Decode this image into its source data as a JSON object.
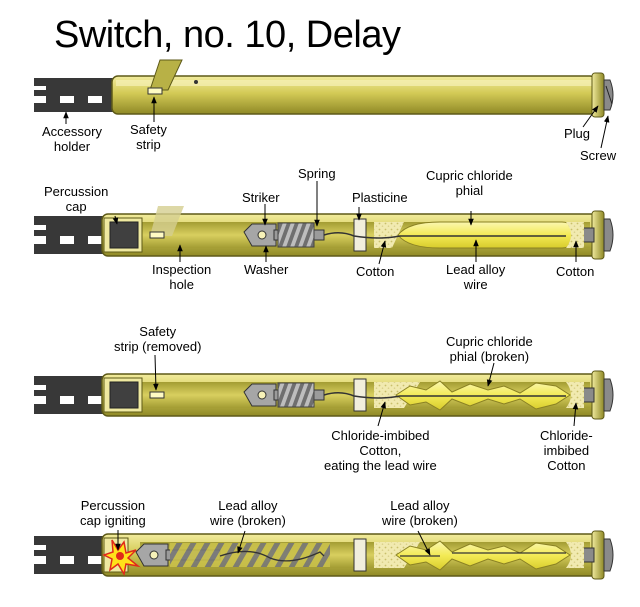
{
  "title": "Switch, no. 10, Delay",
  "colors": {
    "tube": "#c9c04a",
    "tube_light": "#efe9a0",
    "tube_dark": "#6f6a1d",
    "holder": "#383838",
    "cotton": "#f3ecb4",
    "phial": "#f2ea56",
    "striker": "#9a9a9a",
    "spring": "#707070",
    "flash_red": "#e02a1a",
    "flash_yellow": "#ffe21a"
  },
  "panel1": {
    "accessory_holder": [
      "Accessory",
      "holder"
    ],
    "safety_strip": [
      "Safety",
      "strip"
    ],
    "plug": "Plug",
    "screw": "Screw"
  },
  "panel2": {
    "percussion_cap": [
      "Percussion",
      "cap"
    ],
    "striker": "Striker",
    "spring": "Spring",
    "plasticine": "Plasticine",
    "cupric_chloride_phial": [
      "Cupric chloride",
      "phial"
    ],
    "inspection_hole": [
      "Inspection",
      "hole"
    ],
    "washer": "Washer",
    "cotton_left": "Cotton",
    "lead_alloy_wire": [
      "Lead alloy",
      "wire"
    ],
    "cotton_right": "Cotton"
  },
  "panel3": {
    "safety_strip_removed": [
      "Safety",
      "strip (removed)"
    ],
    "phial_broken": [
      "Cupric chloride",
      "phial (broken)"
    ],
    "chloride_cotton": [
      "Chloride-imbibed",
      "Cotton,",
      "eating the lead wire"
    ],
    "chloride_cotton_right": [
      "Chloride-",
      "imbibed",
      "Cotton"
    ]
  },
  "panel4": {
    "percussion_cap_igniting": [
      "Percussion",
      "cap igniting"
    ],
    "lead_wire_broken_left": [
      "Lead alloy",
      "wire (broken)"
    ],
    "lead_wire_broken_right": [
      "Lead alloy",
      "wire (broken)"
    ]
  }
}
